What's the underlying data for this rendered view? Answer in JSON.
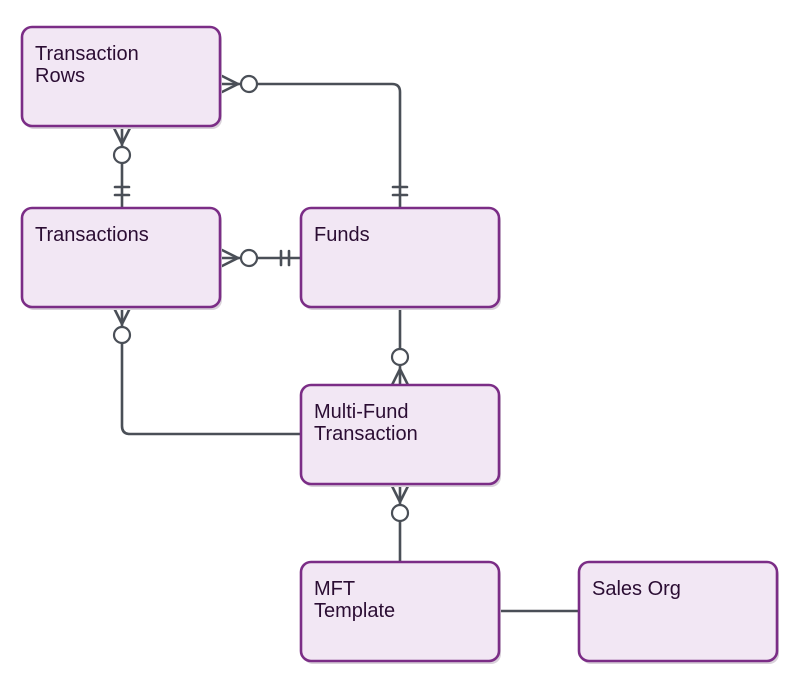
{
  "diagram": {
    "entities": {
      "transaction_rows": {
        "line1": "Transaction",
        "line2": "Rows"
      },
      "transactions": {
        "line1": "Transactions"
      },
      "funds": {
        "line1": "Funds"
      },
      "multi_fund_transaction": {
        "line1": "Multi-Fund",
        "line2": "Transaction"
      },
      "mft_template": {
        "line1": "MFT",
        "line2": "Template"
      },
      "sales_org": {
        "line1": "Sales Org"
      }
    },
    "relationships": [
      {
        "from": "Transactions",
        "to": "Transaction Rows",
        "from_end": "one-and-only-one",
        "to_end": "zero-or-many"
      },
      {
        "from": "Funds",
        "to": "Transaction Rows",
        "from_end": "one-and-only-one",
        "to_end": "zero-or-many"
      },
      {
        "from": "Funds",
        "to": "Transactions",
        "from_end": "one-and-only-one",
        "to_end": "zero-or-many"
      },
      {
        "from": "Funds",
        "to": "Multi-Fund Transaction",
        "from_end": "one",
        "to_end": "zero-or-many"
      },
      {
        "from": "Multi-Fund Transaction",
        "to": "Transactions",
        "from_end": "one",
        "to_end": "zero-or-many"
      },
      {
        "from": "MFT Template",
        "to": "Multi-Fund Transaction",
        "from_end": "one",
        "to_end": "zero-or-many"
      },
      {
        "from": "Sales Org",
        "to": "MFT Template",
        "from_end": "one",
        "to_end": "one"
      }
    ],
    "colors": {
      "entity_fill": "#f2e7f4",
      "entity_border": "#7b2d86",
      "entity_text": "#2b0d33",
      "connector": "#4a4f57"
    }
  }
}
